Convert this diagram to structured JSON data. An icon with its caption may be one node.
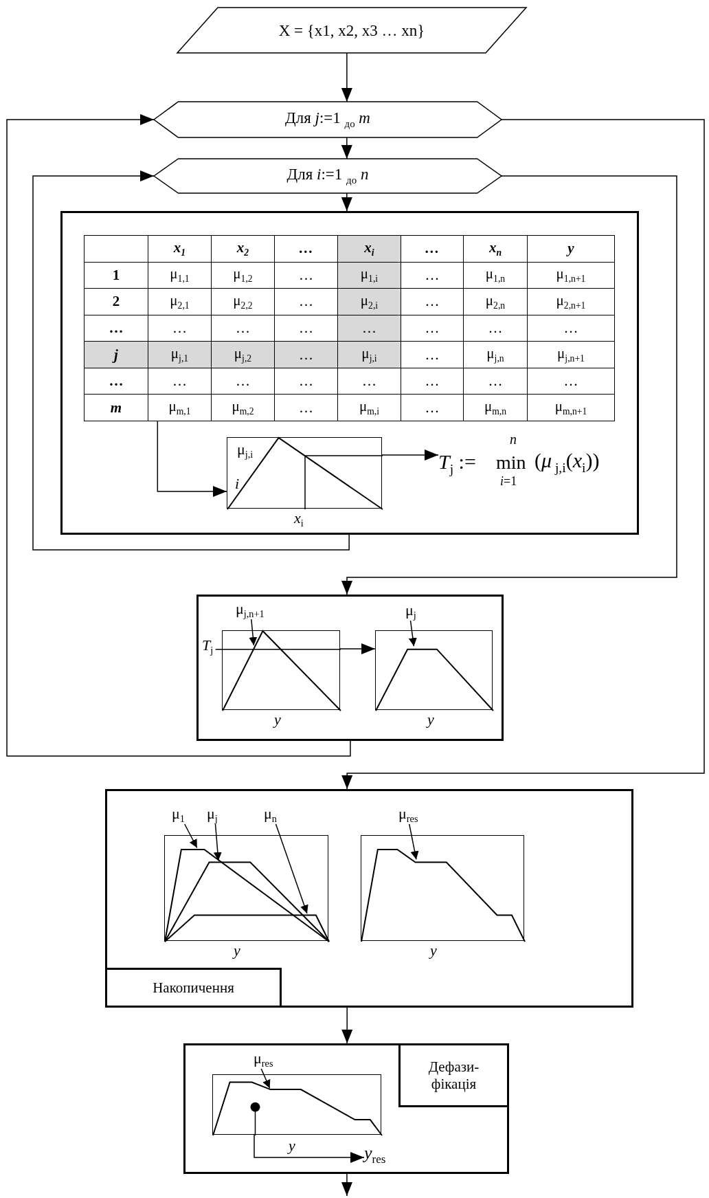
{
  "diagram": {
    "nodes": [
      {
        "text": [
          "X = {x1, x2, x3 … xn}"
        ]
      },
      {
        "text": [
          "Для *j*:=1 $_{до}$ *m*"
        ]
      },
      {
        "text": [
          "Для *i*:=1 $_{до}$ *n*"
        ]
      },
      {
        "text": [],
        "shape": "box"
      },
      {
        "text": [
          "x$_{1}$",
          "x$_{2}$",
          "…",
          "x$_{i}$",
          "…",
          "x$_{n}$",
          "y",
          "1",
          "μ$_{1,1}$",
          "μ$_{1,2}$",
          "…",
          "μ$_{1,i}$",
          "…",
          "μ$_{1,n}$",
          "μ$_{1,n+1}$",
          "2",
          "μ$_{2,1}$",
          "μ$_{2,2}$",
          "…",
          "μ$_{2,i}$",
          "…",
          "μ$_{2,n}$",
          "μ$_{2,n+1}$",
          "…",
          "…",
          "…",
          "…",
          "…",
          "…",
          "…",
          "…",
          "j",
          "μ$_{j,1}$",
          "μ$_{j,2}$",
          "…",
          "μ$_{j,i}$",
          "…",
          "μ$_{j,n}$",
          "μ$_{j,n+1}$",
          "…",
          "…",
          "…",
          "…",
          "…",
          "…",
          "…",
          "…",
          "m",
          "μ$_{m,1}$",
          "μ$_{m,2}$",
          "…",
          "μ$_{m,i}$",
          "…",
          "μ$_{m,n}$",
          "μ$_{m,n+1}$"
        ],
        "in": 3
      },
      {
        "text": [
          "μ$_{j,i}$",
          "i",
          "*x*$_{i}$"
        ],
        "in": 3
      },
      {
        "text": [
          "*T*$_{j}$ :=",
          "n",
          "min",
          "*i*=1",
          "(*μ*$_{ j,i}$(*x*$_{i}$))"
        ],
        "in": 3
      },
      {
        "text": [],
        "shape": "box"
      },
      {
        "text": [
          "μ$_{j,n+1}$"
        ],
        "in": 7
      },
      {
        "text": [
          "*T*$_{j}$",
          "y"
        ],
        "in": 7
      },
      {
        "text": [
          "μ$_{j}$"
        ],
        "in": 7
      },
      {
        "text": [
          "y"
        ],
        "in": 7
      },
      {
        "text": [],
        "shape": "box"
      },
      {
        "text": [
          "μ$_{1}$"
        ],
        "in": 12
      },
      {
        "text": [
          "μ$_{j}$"
        ],
        "in": 12
      },
      {
        "text": [
          "μ$_{n}$"
        ],
        "in": 12
      },
      {
        "text": [
          "y"
        ],
        "in": 12
      },
      {
        "text": [
          "μ$_{res}$"
        ],
        "in": 12
      },
      {
        "text": [
          "y"
        ],
        "in": 12
      },
      {
        "text": [
          "Накопичення"
        ],
        "in": 12
      },
      {
        "text": [],
        "shape": "box"
      },
      {
        "text": [
          "μ$_{res}$"
        ],
        "in": 20
      },
      {
        "text": [
          "y"
        ],
        "in": 20
      },
      {
        "text": [
          "Дефази- фікація"
        ],
        "in": 20
      },
      {
        "text": [
          "*y*$_{res}$"
        ],
        "in": 20
      }
    ],
    "edges": [
      {
        "from": 0,
        "to": 1,
        "arrow": "to"
      },
      {
        "from": 1,
        "to": 2,
        "arrow": "to"
      },
      {
        "from": 2,
        "to": 3,
        "arrow": "to"
      },
      {
        "from": 4,
        "to": 5,
        "arrow": "to"
      },
      {
        "from": 5,
        "to": 6,
        "arrow": "to"
      },
      {
        "from": 3,
        "to": 2,
        "arrow": "to"
      },
      {
        "from": 2,
        "to": 7,
        "arrow": "to"
      },
      {
        "from": 9,
        "to": 11,
        "arrow": "to"
      },
      {
        "from": 7,
        "to": 1,
        "arrow": "to"
      },
      {
        "from": 1,
        "to": 12,
        "arrow": "to"
      },
      {
        "from": 12,
        "to": 20,
        "arrow": "to"
      },
      {
        "from": 22,
        "to": 24,
        "arrow": "to"
      },
      {
        "from": 20,
        "to": null,
        "arrow": "to"
      },
      {
        "from": 8,
        "to": 9,
        "arrow": "to"
      },
      {
        "from": 10,
        "to": 11,
        "arrow": "to"
      },
      {
        "from": 13,
        "to": 16,
        "arrow": "to"
      },
      {
        "from": 14,
        "to": 16,
        "arrow": "to"
      },
      {
        "from": 15,
        "to": 16,
        "arrow": "to"
      },
      {
        "from": 17,
        "to": 18,
        "arrow": "to"
      },
      {
        "from": 21,
        "to": 22,
        "arrow": "to"
      }
    ]
  }
}
